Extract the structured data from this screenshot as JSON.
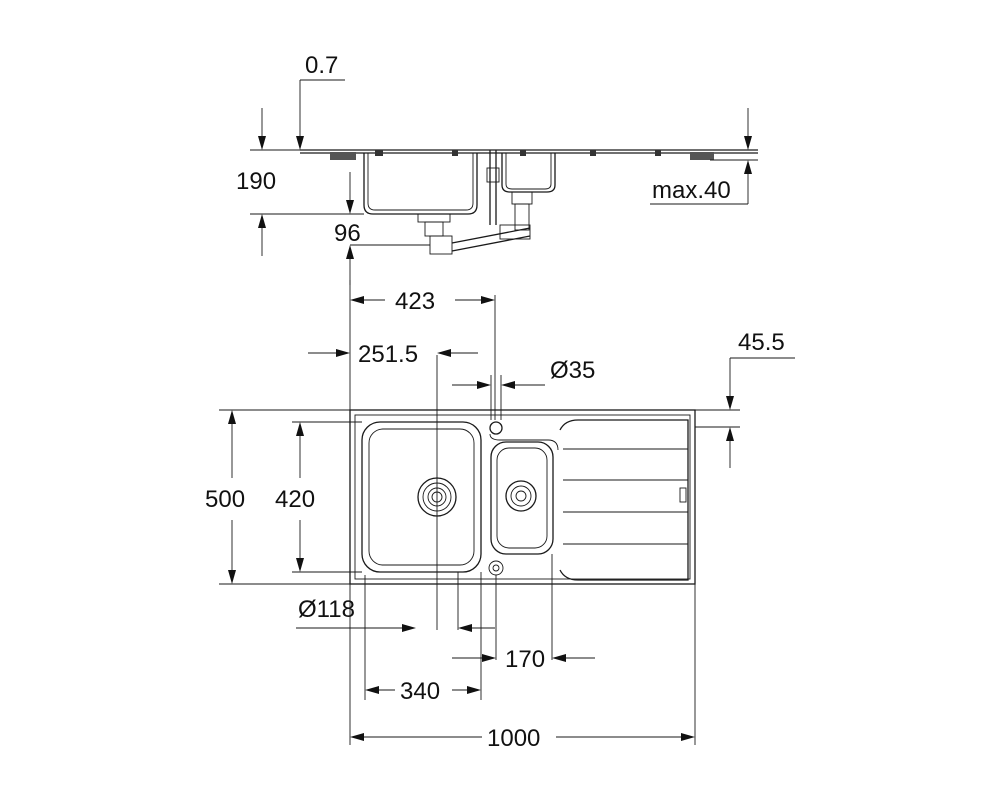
{
  "drawing": {
    "side_view": {
      "dims": {
        "thickness": "0.7",
        "bowl_depth": "190",
        "waste_drop": "96",
        "worktop_max": "max.40"
      }
    },
    "top_view": {
      "dims": {
        "tap_hole_offset": "423",
        "bowl_center": "251.5",
        "tap_hole_dia": "Ø35",
        "edge_offset": "45.5",
        "overall_depth": "500",
        "bowl_depth": "420",
        "waste_dia": "Ø118",
        "main_bowl_width": "340",
        "small_bowl_width": "170",
        "overall_width": "1000"
      }
    }
  }
}
